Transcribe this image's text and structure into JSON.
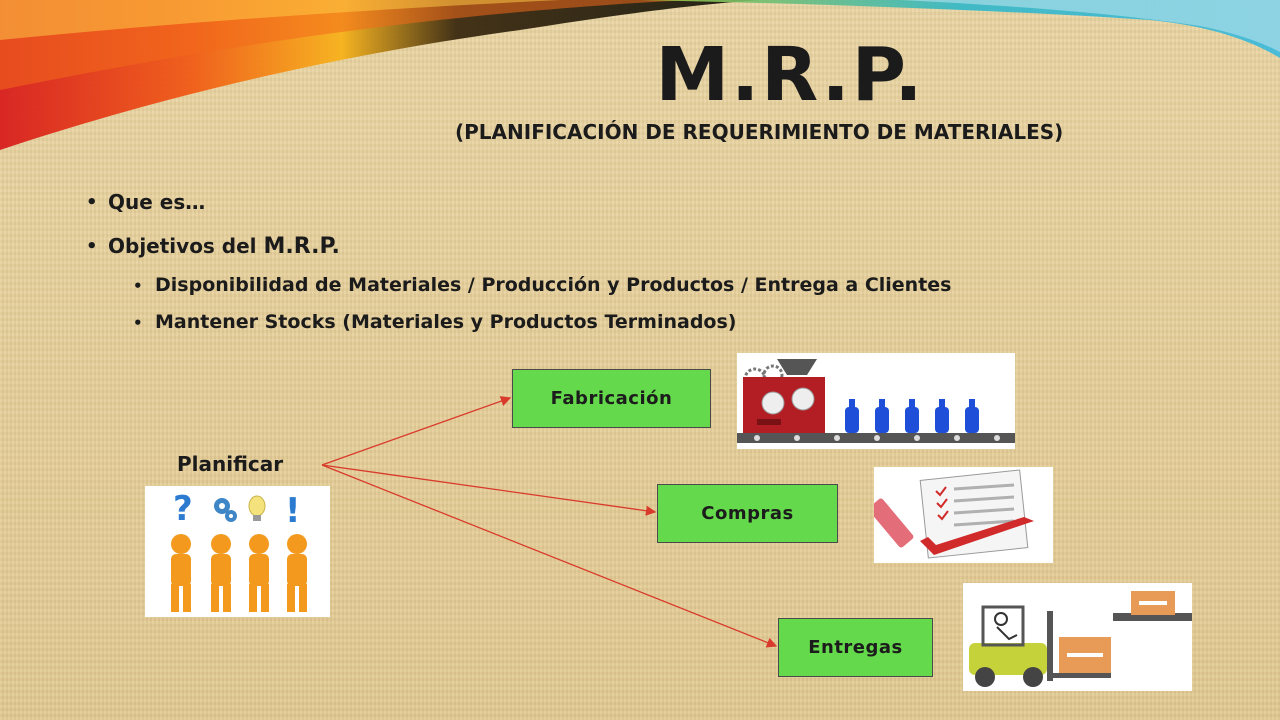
{
  "slide": {
    "title": "M.R.P.",
    "subtitle": "(PLANIFICACIÓN DE REQUERIMIENTO DE MATERIALES)"
  },
  "bullets": {
    "que_es": "Que es…",
    "objetivos_prefix": "Objetivos del ",
    "objetivos_acronym": "M.R.P.",
    "sub1": "Disponibilidad de Materiales / Producción y Productos / Entrega a Clientes",
    "sub2": "Mantener Stocks (Materiales y Productos Terminados)"
  },
  "diagram": {
    "source": "Planificar",
    "targets": [
      "Fabricación",
      "Compras",
      "Entregas"
    ]
  },
  "colors": {
    "box_fill": "#63d94b",
    "arrow": "#d93a2b",
    "background": "#e6cf9a"
  },
  "icons": [
    "people-thinking-illustration",
    "factory-machine-illustration",
    "checklist-pencil-illustration",
    "forklift-delivery-illustration"
  ]
}
